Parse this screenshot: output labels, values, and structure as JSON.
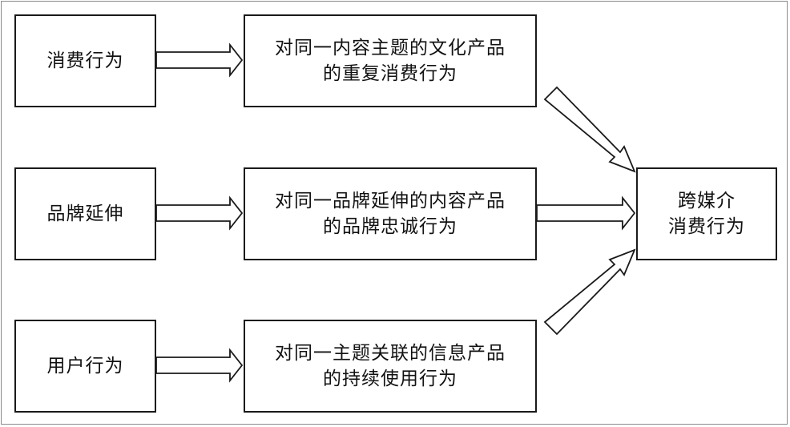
{
  "nodes": {
    "left": [
      {
        "label": "消费行为"
      },
      {
        "label": "品牌延伸"
      },
      {
        "label": "用户行为"
      }
    ],
    "middle": [
      {
        "label": "对同一内容主题的文化产品\n的重复消费行为"
      },
      {
        "label": "对同一品牌延伸的内容产品\n的品牌忠诚行为"
      },
      {
        "label": "对同一主题关联的信息产品\n的持续使用行为"
      }
    ],
    "result": {
      "label": "跨媒介\n消费行为"
    }
  }
}
